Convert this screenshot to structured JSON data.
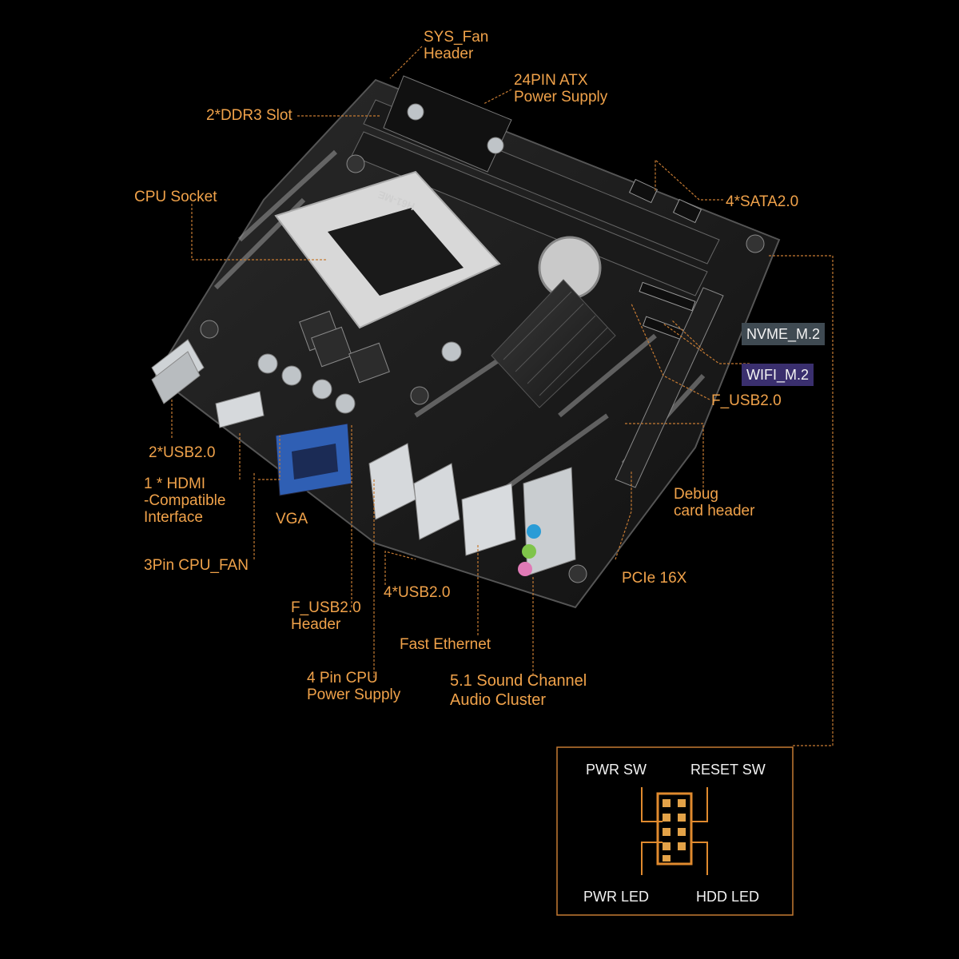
{
  "labels": {
    "sys_fan": "SYS_Fan\nHeader",
    "atx24": "24PIN ATX\nPower Supply",
    "ddr3": "2*DDR3 Slot",
    "cpu_socket": "CPU Socket",
    "sata": "4*SATA2.0",
    "nvme": "NVME_M.2",
    "wifi": "WIFI_M.2",
    "f_usb_right": "F_USB2.0",
    "usb2_left": "2*USB2.0",
    "hdmi": "1 * HDMI\n-Compatible\nInterface",
    "vga": "VGA",
    "debug": "Debug\ncard header",
    "cpu_fan": "3Pin CPU_FAN",
    "pcie": "PCIe 16X",
    "usb4": "4*USB2.0",
    "f_usb_header": "F_USB2.0\nHeader",
    "ethernet": "Fast Ethernet",
    "cpu_power": "4 Pin CPU\nPower Supply",
    "audio": "5.1 Sound Channel\nAudio Cluster"
  },
  "board_silkscreen": "H61-ME",
  "front_panel": {
    "pwr_sw": "PWR SW",
    "reset_sw": "RESET SW",
    "pwr_led": "PWR LED",
    "hdd_led": "HDD  LED"
  },
  "colors": {
    "label": "#f0a24a",
    "background": "#000000",
    "nvme_tag": "#3f4a52",
    "wifi_tag": "#3a2f6e"
  }
}
